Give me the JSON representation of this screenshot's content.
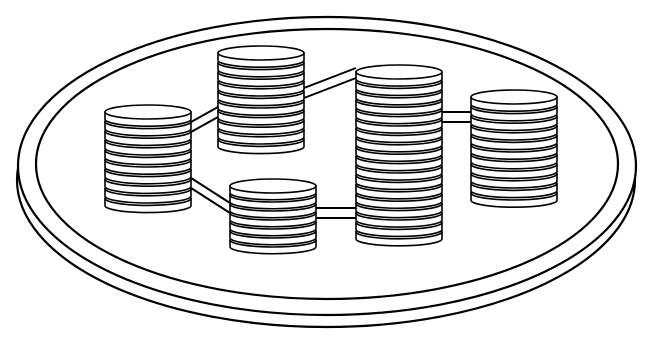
{
  "figure": {
    "subject": "disc-stacks-on-dish",
    "stroke_color": "#000000",
    "fill_color": "#ffffff",
    "background_color": "#ffffff"
  },
  "stacks": [
    {
      "id": "stack-left",
      "plate_count": 10
    },
    {
      "id": "stack-top-center",
      "plate_count": 10
    },
    {
      "id": "stack-bottom-center",
      "plate_count": 7
    },
    {
      "id": "stack-center-right",
      "plate_count": 18
    },
    {
      "id": "stack-right",
      "plate_count": 11
    }
  ],
  "connections": [
    [
      "stack-left",
      "stack-top-center"
    ],
    [
      "stack-left",
      "stack-bottom-center"
    ],
    [
      "stack-top-center",
      "stack-center-right"
    ],
    [
      "stack-bottom-center",
      "stack-center-right"
    ],
    [
      "stack-center-right",
      "stack-right"
    ]
  ]
}
